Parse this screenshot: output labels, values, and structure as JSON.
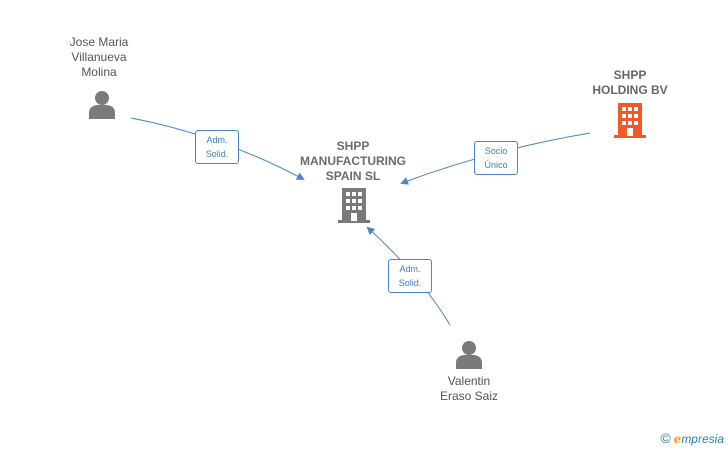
{
  "nodes": {
    "person_jose": {
      "label_lines": [
        "Jose Maria",
        "Villanueva",
        "Molina"
      ]
    },
    "company_main": {
      "label_lines": [
        "SHPP",
        "MANUFACTURING",
        "SPAIN  SL"
      ]
    },
    "company_holding": {
      "label_lines": [
        "SHPP",
        "HOLDING BV"
      ]
    },
    "person_valentin": {
      "label_lines": [
        "Valentin",
        "Eraso Saiz"
      ]
    }
  },
  "edges": {
    "jose_to_main": {
      "label_lines": [
        "Adm.",
        "Solid."
      ]
    },
    "holding_to_main": {
      "label_lines": [
        "Socio",
        "Único"
      ]
    },
    "valentin_to_main": {
      "label_lines": [
        "Adm.",
        "Solid."
      ]
    }
  },
  "colors": {
    "edge": "#4a86c8",
    "person_icon": "#7a7a7a",
    "company_icon": "#7a7a7a",
    "highlight_company_icon": "#f05a28"
  },
  "footer": {
    "copyright_symbol": "©",
    "brand_first": "e",
    "brand_rest": "mpresia"
  }
}
